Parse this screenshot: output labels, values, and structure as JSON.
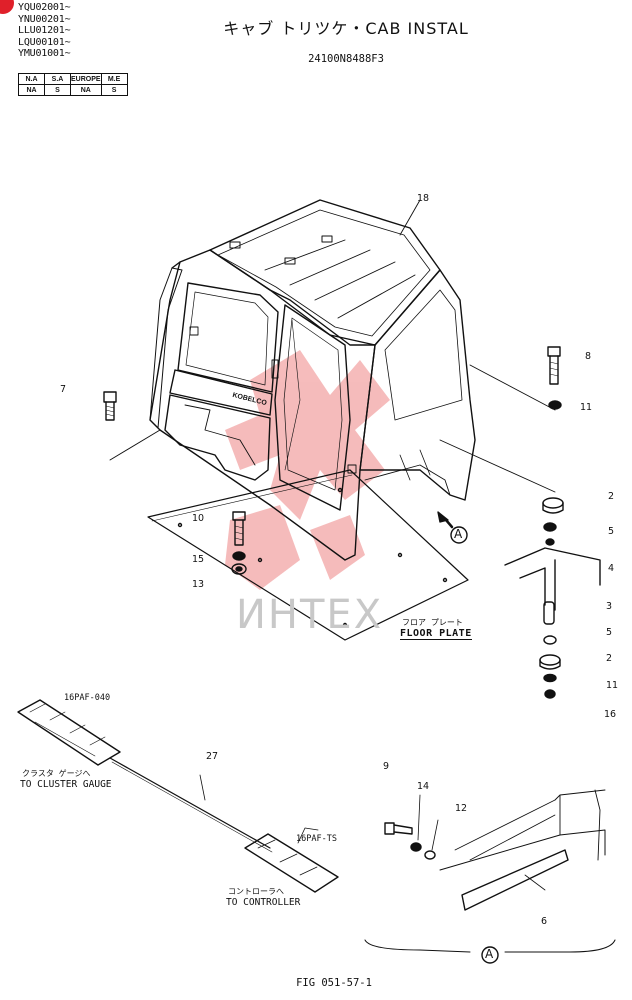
{
  "serials": [
    "YQU02001~",
    "YNU00201~",
    "LLU01201~",
    "LQU00101~",
    "YMU01001~"
  ],
  "regions": {
    "headers": [
      "N.A",
      "S.A",
      "EUROPE",
      "M.E"
    ],
    "values": [
      "NA",
      "S",
      "NA",
      "S"
    ]
  },
  "title": "キャブ トリツケ・CAB INSTAL",
  "part_number": "24100N8488F3",
  "part_labels": {
    "p18": "18",
    "p8": "8",
    "p11a": "11",
    "p7": "7",
    "p2a": "2",
    "p5a": "5",
    "p4": "4",
    "p10": "10",
    "p15": "15",
    "p13": "13",
    "p3": "3",
    "p5b": "5",
    "p2b": "2",
    "p11b": "11",
    "p16": "16",
    "p27": "27",
    "p9": "9",
    "p14": "14",
    "p12": "12",
    "p6": "6"
  },
  "callout_letter": "A",
  "floor_plate": {
    "ja": "フロア プレート",
    "en": "FLOOR PLATE"
  },
  "connector_1": "16PAF-040",
  "connector_2": "16PAF-TS",
  "cluster": {
    "ja": "クラスタ ゲージへ",
    "en": "TO CLUSTER GAUGE"
  },
  "controller": {
    "ja": "コントローラへ",
    "en": "TO CONTROLLER"
  },
  "cab_logo": "KOBELCO",
  "watermark": "ИНТЕХ",
  "figure_label": "FIG 051-57-1",
  "colors": {
    "badge": "#e0202a",
    "watermark": "#f0a0a0",
    "ink": "#111111"
  }
}
